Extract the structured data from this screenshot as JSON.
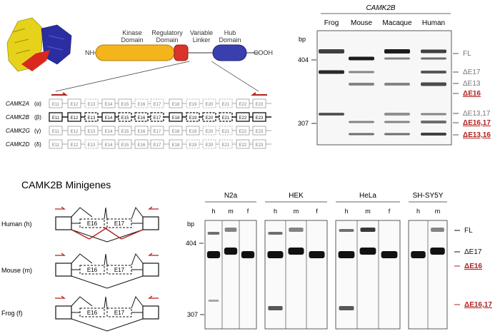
{
  "protein": {
    "kinase": "Kinase\nDomain",
    "regulatory": "Regulatory\nDomain",
    "variable": "Variable\nLinker",
    "hub": "Hub\nDomain",
    "nh": "NH",
    "cooh": "COOH"
  },
  "genes": [
    {
      "name": "CAMK2A",
      "greek": "(α)"
    },
    {
      "name": "CAMK2B",
      "greek": "(β)"
    },
    {
      "name": "CAMK2G",
      "greek": "(γ)"
    },
    {
      "name": "CAMK2D",
      "greek": "(δ)"
    }
  ],
  "exons": [
    "E11",
    "E12",
    "E13",
    "E14",
    "E15",
    "E16",
    "E17",
    "E18",
    "E19",
    "E20",
    "E21",
    "E22",
    "E23"
  ],
  "blot1": {
    "title": "CAMK2B",
    "bp": "bp",
    "lanes": [
      "Frog",
      "Mouse",
      "Macaque",
      "Human"
    ],
    "marker_404": "404",
    "marker_307": "307",
    "bands": [
      {
        "label": "FL",
        "color": "grey"
      },
      {
        "label": "ΔE17",
        "color": "grey"
      },
      {
        "label": "ΔE13",
        "color": "grey"
      },
      {
        "label": "ΔE16",
        "color": "red"
      },
      {
        "label": "ΔE13,17",
        "color": "grey"
      },
      {
        "label": "ΔE16,17",
        "color": "red"
      },
      {
        "label": "ΔE13,16",
        "color": "red"
      }
    ]
  },
  "minigenes": {
    "title": "CAMK2B Minigenes",
    "rows": [
      "Human (h)",
      "Mouse (m)",
      "Frog (f)"
    ],
    "e16": "E16",
    "e17": "E17"
  },
  "blot2": {
    "bp": "bp",
    "marker_404": "404",
    "marker_307": "307",
    "cells": [
      {
        "name": "N2a",
        "lanes": [
          "h",
          "m",
          "f"
        ]
      },
      {
        "name": "HEK",
        "lanes": [
          "h",
          "m",
          "f"
        ]
      },
      {
        "name": "HeLa",
        "lanes": [
          "h",
          "m",
          "f"
        ]
      },
      {
        "name": "SH-SY5Y",
        "lanes": [
          "h",
          "m"
        ]
      }
    ],
    "bands": [
      {
        "label": "FL",
        "color": "black"
      },
      {
        "label": "ΔE17",
        "color": "black"
      },
      {
        "label": "ΔE16",
        "color": "red"
      },
      {
        "label": "ΔE16,17",
        "color": "red"
      }
    ]
  }
}
